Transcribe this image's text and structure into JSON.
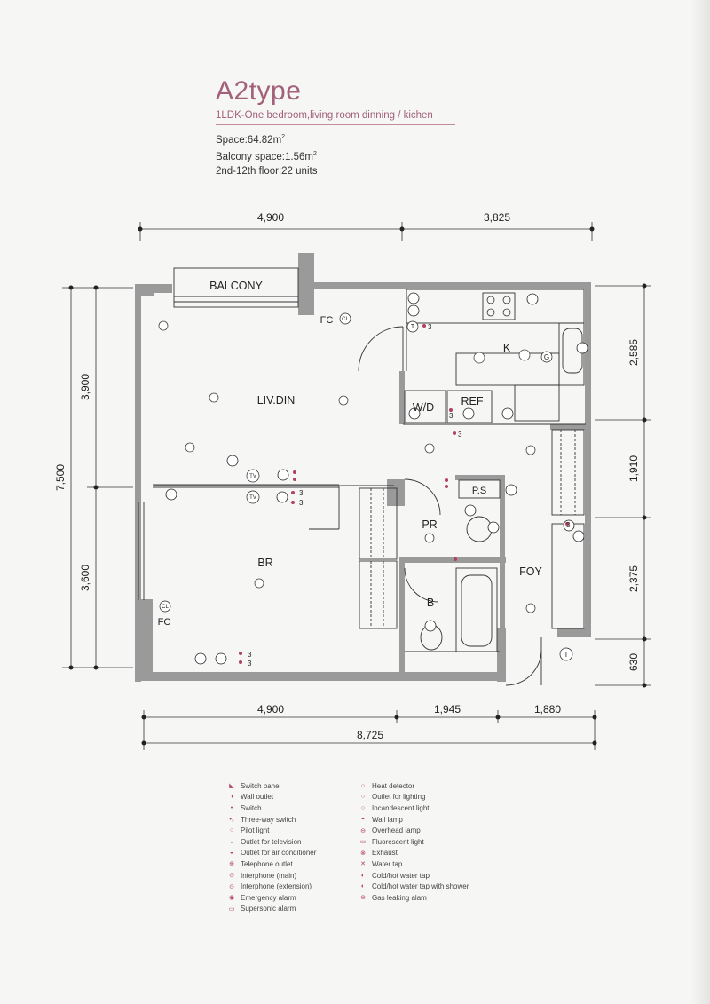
{
  "header": {
    "title": "A2type",
    "subtitle": "1LDK-One bedroom,living room dinning / kichen",
    "space": "Space:64.82m",
    "space_sup": "2",
    "balcony_space": "Balcony space:1.56m",
    "balcony_sup": "2",
    "floors": "2nd-12th floor:22 units"
  },
  "dimensions": {
    "top": [
      "4,900",
      "3,825"
    ],
    "left_outer": "7,500",
    "left_inner": [
      "3,900",
      "3,600"
    ],
    "right": [
      "2,585",
      "1,910",
      "2,375",
      "630"
    ],
    "bottom": [
      "4,900",
      "1,945",
      "1,880"
    ],
    "total_width": "8,725"
  },
  "rooms": {
    "balcony": "BALCONY",
    "living_dining": "LIV.DIN",
    "kitchen": "K",
    "washer_dryer": "W/D",
    "refrigerator": "REF",
    "bedroom": "BR",
    "powder_room": "PR",
    "pipe_space": "P.S",
    "bath": "B",
    "foyer": "FOY"
  },
  "fixtures": {
    "fc_living": "FC",
    "cl_living": "CL",
    "fc_bedroom": "FC",
    "cl_bedroom": "CL",
    "tv": "TV",
    "tv2": "TV",
    "telephone": "T",
    "telephone2": "T",
    "gas": "G",
    "three": "3"
  },
  "legend": {
    "left": [
      "Switch panel",
      "Wall outlet",
      "Switch",
      "Three-way switch",
      "Pilot light",
      "Outlet for television",
      "Outlet for air conditioner",
      "Telephone outlet",
      "Interphone (main)",
      "Interphone (extension)",
      "Emergency alarm",
      "Supersonic alarm"
    ],
    "right": [
      "Heat detector",
      "Outlet for lighting",
      "Incandescent light",
      "Wall lamp",
      "Overhead lamp",
      "Fluorescent light",
      "Exhaust",
      "Water tap",
      "Cold/hot water tap",
      "Cold/hot water tap with shower",
      "Gas leaking alam"
    ]
  },
  "colors": {
    "accent": "#a2607a",
    "wall": "#9a9a9a",
    "line": "#333333"
  }
}
